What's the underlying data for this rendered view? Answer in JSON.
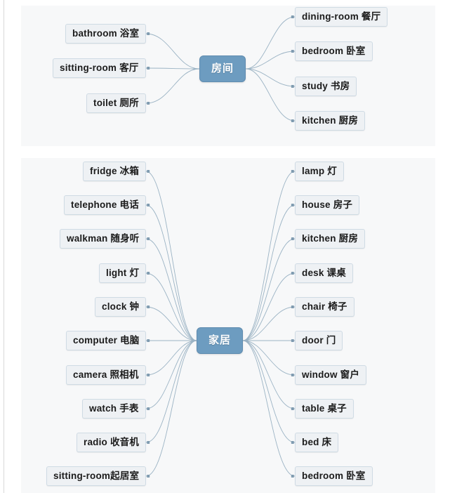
{
  "document": {
    "kind": "mind-map",
    "background_color": "#ffffff",
    "panel_color": "#f7f8f9",
    "node_fill": "#eef1f4",
    "node_border": "#cfdbe4",
    "hub_fill": "#6d9cc0",
    "hub_text_color": "#ffffff",
    "connector_color": "#9bb3c4"
  },
  "maps": [
    {
      "id": "rooms",
      "hub": {
        "label": "房间"
      },
      "left_branches": [
        {
          "label": "bathroom  浴室"
        },
        {
          "label": "sitting-room  客厅"
        },
        {
          "label": "toilet   厕所"
        }
      ],
      "right_branches": [
        {
          "label": "dining-room  餐厅"
        },
        {
          "label": "bedroom   卧室"
        },
        {
          "label": "study     书房"
        },
        {
          "label": "kitchen    厨房"
        }
      ]
    },
    {
      "id": "home",
      "hub": {
        "label": "家居"
      },
      "left_branches": [
        {
          "label": "fridge  冰箱"
        },
        {
          "label": "telephone  电话"
        },
        {
          "label": "walkman  随身听"
        },
        {
          "label": "light  灯"
        },
        {
          "label": "clock  钟"
        },
        {
          "label": "computer  电脑"
        },
        {
          "label": "camera 照相机"
        },
        {
          "label": "watch  手表"
        },
        {
          "label": "radio 收音机"
        },
        {
          "label": "sitting-room起居室"
        }
      ],
      "right_branches": [
        {
          "label": "lamp  灯"
        },
        {
          "label": "house  房子"
        },
        {
          "label": "kitchen   厨房"
        },
        {
          "label": "desk  课桌"
        },
        {
          "label": "chair 椅子"
        },
        {
          "label": "door   门"
        },
        {
          "label": "window  窗户"
        },
        {
          "label": "table  桌子"
        },
        {
          "label": "bed  床"
        },
        {
          "label": "bedroom   卧室"
        }
      ]
    }
  ]
}
